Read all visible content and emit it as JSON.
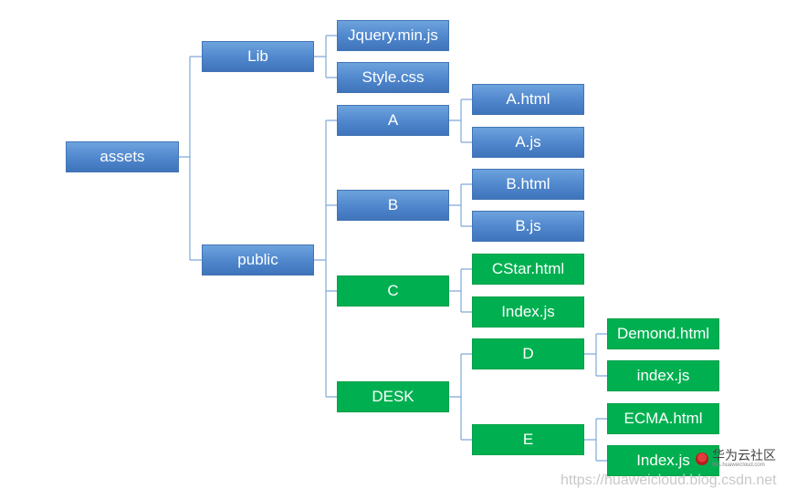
{
  "colors": {
    "folder": "#4f86cc",
    "highlight": "#00b050",
    "connector": "#7fa9d9"
  },
  "tree": {
    "assets": "assets",
    "lib": "Lib",
    "jquery": "Jquery.min.js",
    "style": "Style.css",
    "public": "public",
    "a": "A",
    "a_html": "A.html",
    "a_js": "A.js",
    "b": "B",
    "b_html": "B.html",
    "b_js": "B.js",
    "c": "C",
    "c_html": "CStar.html",
    "c_js": "Index.js",
    "desk": "DESK",
    "d": "D",
    "d_html": "Demond.html",
    "d_js": "index.js",
    "e": "E",
    "e_html": "ECMA.html",
    "e_js": "Index.js"
  },
  "watermark": {
    "brand": "华为云社区",
    "sub": "bbs.huaweicloud.com",
    "url": "https://huaweicloud.blog.csdn.net"
  }
}
